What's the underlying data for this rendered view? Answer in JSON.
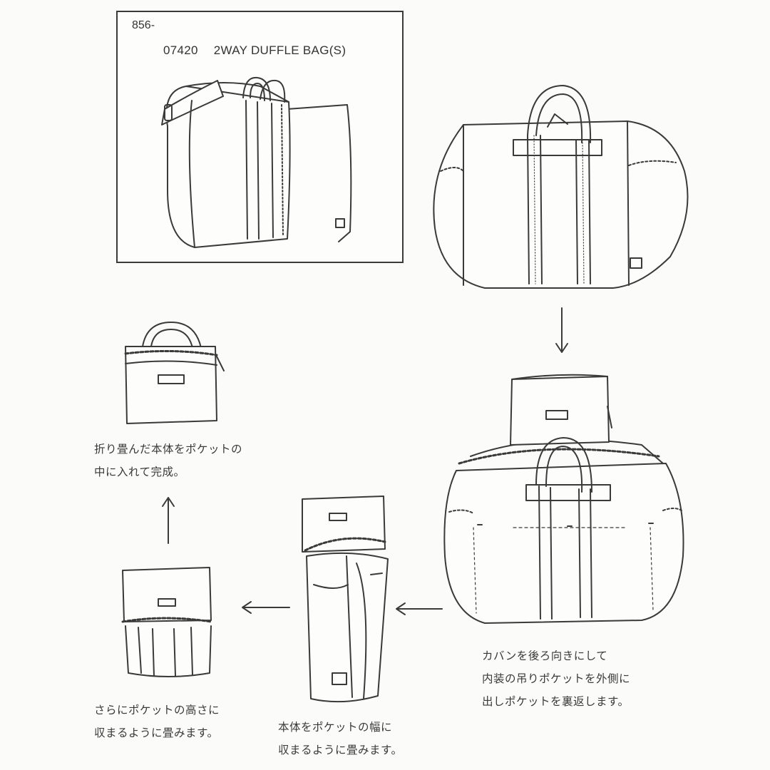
{
  "product": {
    "code": "856-",
    "number": "07420",
    "name": "2WAY DUFFLE BAG(S)"
  },
  "steps": [
    {
      "id": "step-1",
      "lines": [
        "カバンを後ろ向きにして",
        "内装の吊りポケットを外側に",
        "出しポケットを裏返します。"
      ]
    },
    {
      "id": "step-2",
      "lines": [
        "本体をポケットの幅に",
        "収まるように畳みます。"
      ]
    },
    {
      "id": "step-3",
      "lines": [
        "さらにポケットの高さに",
        "収まるように畳みます。"
      ]
    },
    {
      "id": "step-4",
      "lines": [
        "折り畳んだ本体をポケットの",
        "中に入れて完成。"
      ]
    }
  ],
  "colors": {
    "line": "#3a3a3a",
    "background": "#fbfbfa"
  }
}
